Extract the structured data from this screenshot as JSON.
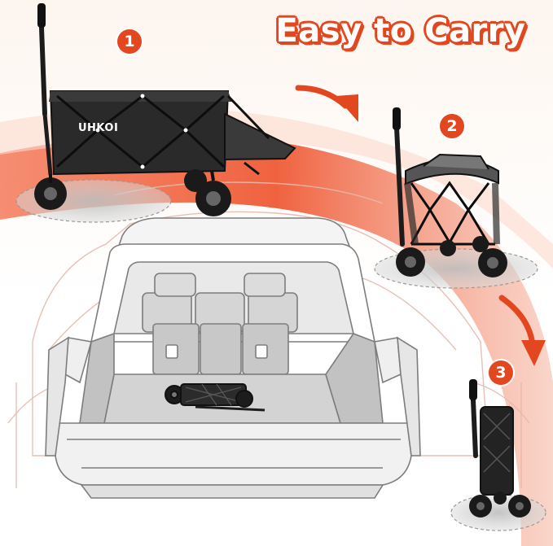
{
  "title": "Easy to Carry",
  "brand": "UHKOI",
  "steps": [
    {
      "number": "1"
    },
    {
      "number": "2"
    },
    {
      "number": "3"
    }
  ],
  "colors": {
    "accent": "#e2471f",
    "wagon": "#1c1c1c",
    "fabric": "#2b2b2b",
    "car_outline": "#d9a79a",
    "car_body": "#8a8a8a"
  },
  "icons": [
    "arrow-down-right-icon",
    "arrow-down-icon"
  ]
}
